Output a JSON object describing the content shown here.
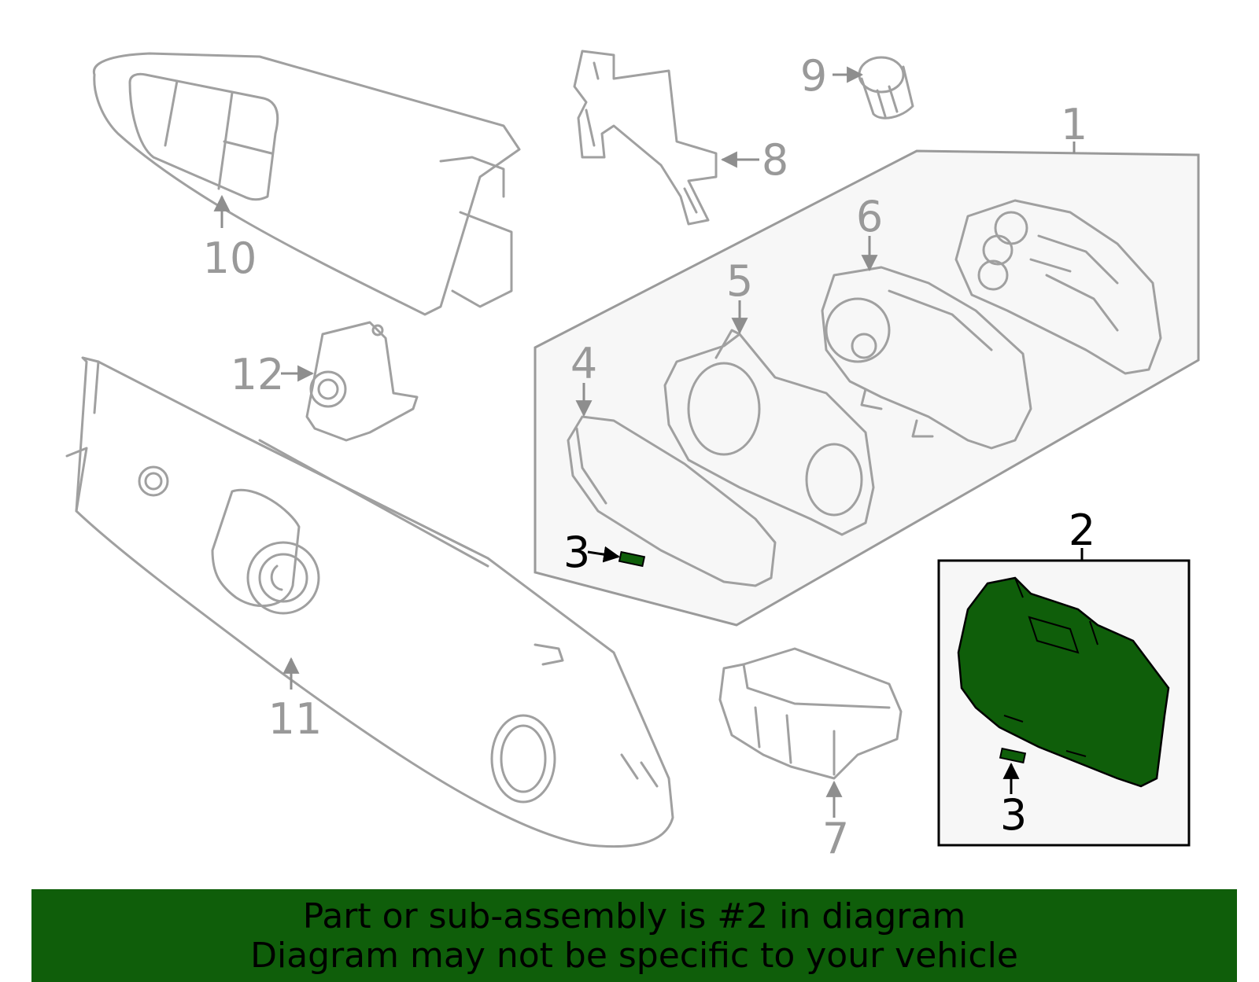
{
  "callouts": {
    "c1": "1",
    "c2": "2",
    "c3a": "3",
    "c3b": "3",
    "c4": "4",
    "c5": "5",
    "c6": "6",
    "c7": "7",
    "c8": "8",
    "c9": "9",
    "c10": "10",
    "c11": "11",
    "c12": "12"
  },
  "highlight_part": "2",
  "colors": {
    "highlight": "#0f5e0a",
    "line": "#a0a0a0",
    "panel": "#f7f7f7"
  },
  "banner": {
    "line1": "Part or sub-assembly is #2 in diagram",
    "line2": "Diagram may not be specific to your vehicle"
  }
}
